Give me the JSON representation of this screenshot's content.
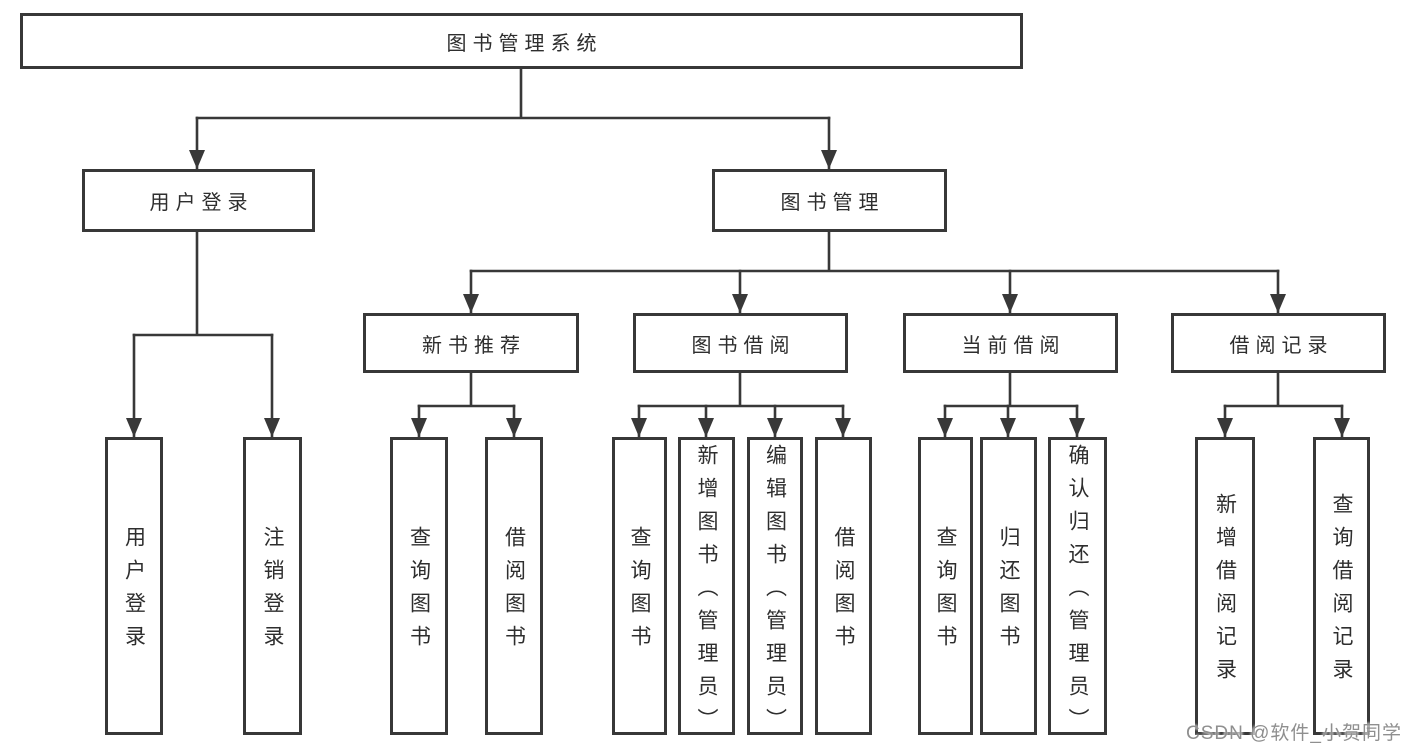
{
  "diagram": {
    "root": {
      "label": "图书管理系统"
    },
    "branches": [
      {
        "label": "用户登录",
        "leaves": [
          {
            "label": "用户登录"
          },
          {
            "label": "注销登录"
          }
        ]
      },
      {
        "label": "图书管理",
        "groups": [
          {
            "label": "新书推荐",
            "leaves": [
              {
                "label": "查询图书"
              },
              {
                "label": "借阅图书"
              }
            ]
          },
          {
            "label": "图书借阅",
            "leaves": [
              {
                "label": "查询图书"
              },
              {
                "label": "新增图书（管理员）"
              },
              {
                "label": "编辑图书（管理员）"
              },
              {
                "label": "借阅图书"
              }
            ]
          },
          {
            "label": "当前借阅",
            "leaves": [
              {
                "label": "查询图书"
              },
              {
                "label": "归还图书"
              },
              {
                "label": "确认归还（管理员）"
              }
            ]
          },
          {
            "label": "借阅记录",
            "leaves": [
              {
                "label": "新增借阅记录"
              },
              {
                "label": "查询借阅记录"
              }
            ]
          }
        ]
      }
    ]
  },
  "watermark": {
    "text": "CSDN @软件_小贺同学"
  },
  "colors": {
    "line": "#383838",
    "box_border": "#383838",
    "background": "#ffffff",
    "watermark_text": "#8f8f8f"
  }
}
